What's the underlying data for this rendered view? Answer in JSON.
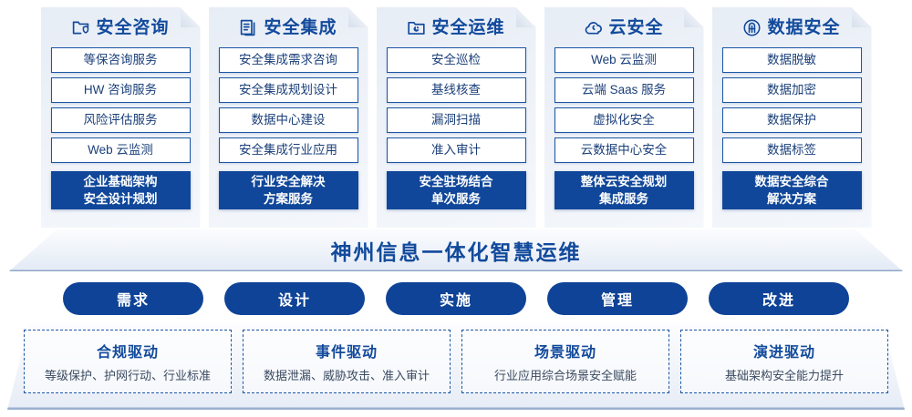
{
  "columns": [
    {
      "icon": "folder-shield-icon",
      "title": "安全咨询",
      "items": [
        "等保咨询服务",
        "HW 咨询服务",
        "风险评估服务",
        "Web 云监测"
      ],
      "highlight": [
        "企业基础架构",
        "安全设计规划"
      ]
    },
    {
      "icon": "documents-stack-icon",
      "title": "安全集成",
      "items": [
        "安全集成需求咨询",
        "安全集成规划设计",
        "数据中心建设",
        "安全集成行业应用"
      ],
      "highlight": [
        "行业安全解决",
        "方案服务"
      ]
    },
    {
      "icon": "folder-chart-icon",
      "title": "安全运维",
      "items": [
        "安全巡检",
        "基线核查",
        "漏洞扫描",
        "准入审计"
      ],
      "highlight": [
        "安全驻场结合",
        "单次服务"
      ]
    },
    {
      "icon": "cloud-icon",
      "title": "云安全",
      "items": [
        "Web 云监测",
        "云端 Saas 服务",
        "虚拟化安全",
        "云数据中心安全"
      ],
      "highlight": [
        "整体云安全规划",
        "集成服务"
      ]
    },
    {
      "icon": "fingerprint-icon",
      "title": "数据安全",
      "items": [
        "数据脱敏",
        "数据加密",
        "数据保护",
        "数据标签"
      ],
      "highlight": [
        "数据安全综合",
        "解决方案"
      ]
    }
  ],
  "banner": {
    "title": "神州信息一体化智慧运维"
  },
  "pills": [
    "需求",
    "设计",
    "实施",
    "管理",
    "改进"
  ],
  "drivers": [
    {
      "title": "合规驱动",
      "subtitle": "等级保护、护网行动、行业标准"
    },
    {
      "title": "事件驱动",
      "subtitle": "数据泄漏、威胁攻击、准入审计"
    },
    {
      "title": "场景驱动",
      "subtitle": "行业应用综合场景安全赋能"
    },
    {
      "title": "演进驱动",
      "subtitle": "基础架构安全能力提升"
    }
  ],
  "colors": {
    "brand_blue": "#124a9c",
    "solid_blue": "#10479a",
    "pill_blue": "#0f4397",
    "border_blue": "#1b56a4",
    "panel_bg": "#e7edf6"
  }
}
